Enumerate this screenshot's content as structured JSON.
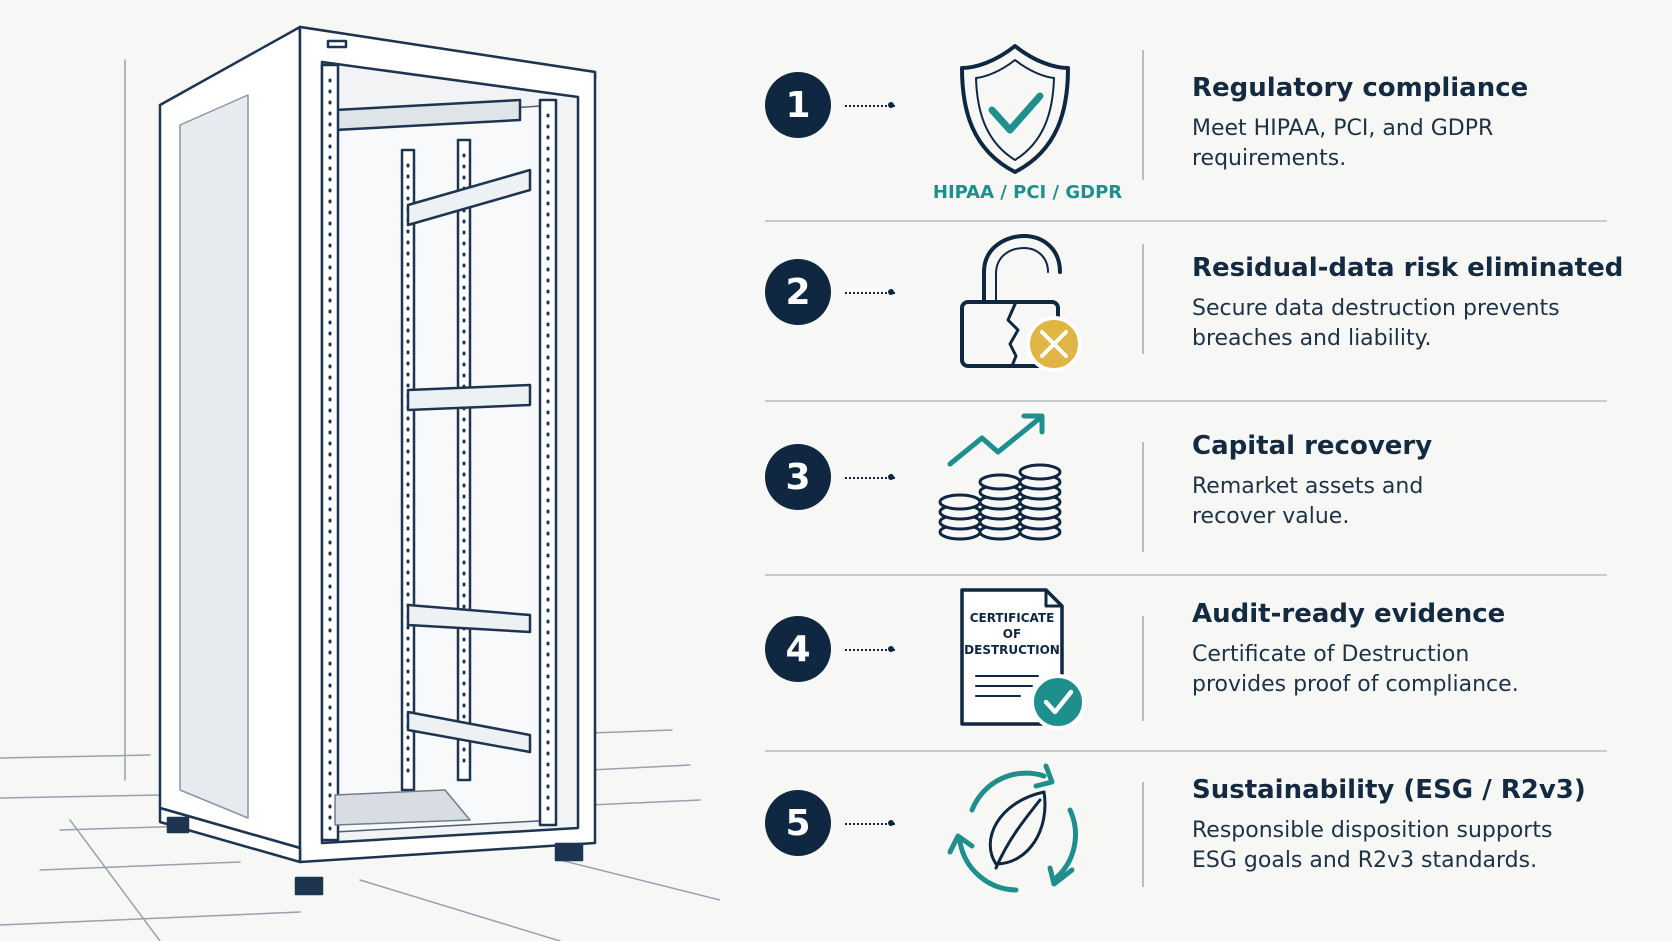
{
  "colors": {
    "navy": "#0f2740",
    "teal": "#1f8f8d",
    "gold": "#e0b544",
    "divider": "#c6cbcf",
    "background": "#f7f8f5"
  },
  "benefits": [
    {
      "number": "1",
      "icon": "shield-check-icon",
      "icon_label": "HIPAA / PCI / GDPR",
      "title": "Regulatory compliance",
      "description": "Meet HIPAA, PCI, and GDPR requirements."
    },
    {
      "number": "2",
      "icon": "broken-padlock-x-icon",
      "title": "Residual-data risk eliminated",
      "description": "Secure data destruction prevents breaches and liability."
    },
    {
      "number": "3",
      "icon": "coins-trend-up-icon",
      "title": "Capital recovery",
      "description": "Remarket assets and recover value."
    },
    {
      "number": "4",
      "icon": "certificate-check-icon",
      "certificate_text": [
        "CERTIFICATE",
        "OF",
        "DESTRUCTION"
      ],
      "title": "Audit-ready evidence",
      "description": "Certificate of Destruction provides proof of compliance."
    },
    {
      "number": "5",
      "icon": "leaf-recycle-icon",
      "title": "Sustainability (ESG / R2v3)",
      "description": "Responsible disposition supports ESG goals and R2v3 standards."
    }
  ]
}
